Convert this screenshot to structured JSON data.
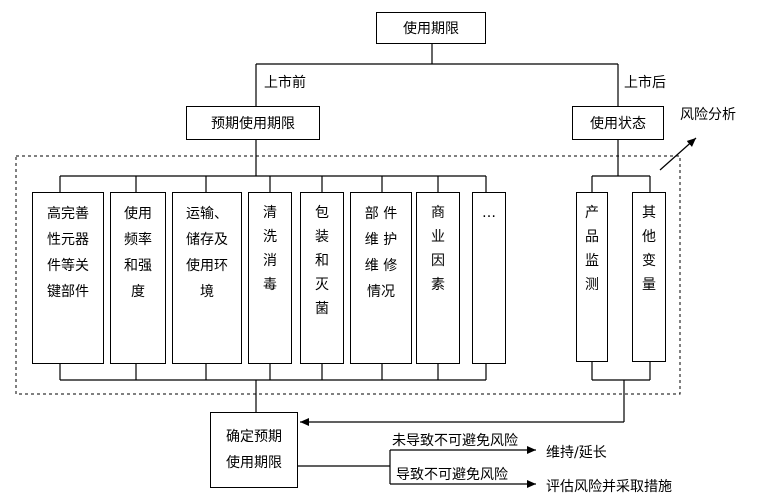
{
  "title": "使用期限",
  "branch_left": "上市前",
  "branch_right": "上市后",
  "pre_market_box": "预期使用期限",
  "post_market_box": "使用状态",
  "risk_analysis": "风险分析",
  "factors": [
    {
      "name": "key-parts",
      "text": "高完善\n性元器\n件等关\n键部件"
    },
    {
      "name": "usage-frequency",
      "text": "使用\n频率\n和强\n度"
    },
    {
      "name": "transport-storage",
      "text": "运输、\n储存及\n使用环\n境"
    },
    {
      "name": "cleaning-disinfection",
      "text": "清\n洗\n消\n毒"
    },
    {
      "name": "packaging-sterilization",
      "text": "包\n装\n和\n灭\n菌"
    },
    {
      "name": "parts-maintenance",
      "text": "部 件\n维 护\n维 修\n情况"
    },
    {
      "name": "commercial-factors",
      "text": "商\n业\n因\n素"
    },
    {
      "name": "more",
      "text": "…"
    }
  ],
  "post_factors": [
    {
      "name": "product-monitoring",
      "text": "产\n品\n监\n测"
    },
    {
      "name": "other-variables",
      "text": "其\n他\n变\n量"
    }
  ],
  "confirm_box": "确定预期\n使用期限",
  "outcome_no_risk_condition": "未导致不可避免风险",
  "outcome_no_risk_result": "维持/延长",
  "outcome_risk_condition": "导致不可避免风险",
  "outcome_risk_result": "评估风险并采取措施"
}
